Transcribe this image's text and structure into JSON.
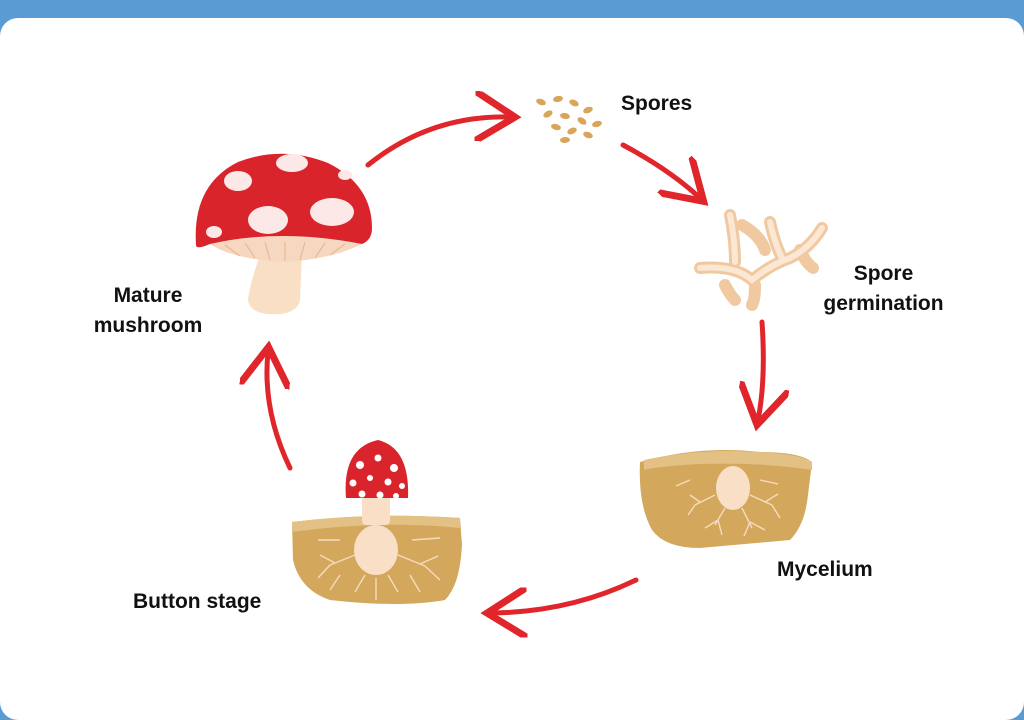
{
  "stages": {
    "spores": "Spores",
    "spore_germination_line1": "Spore",
    "spore_germination_line2": "germination",
    "mycelium": "Mycelium",
    "button_stage": "Button stage",
    "mature_line1": "Mature",
    "mature_line2": "mushroom"
  },
  "colors": {
    "header_blue": "#5a9bd3",
    "arrow_red": "#e0262b",
    "cap_red": "#d9242b",
    "stem": "#f6d7c0",
    "soil": "#d3a85c",
    "spore": "#d9a55a"
  }
}
